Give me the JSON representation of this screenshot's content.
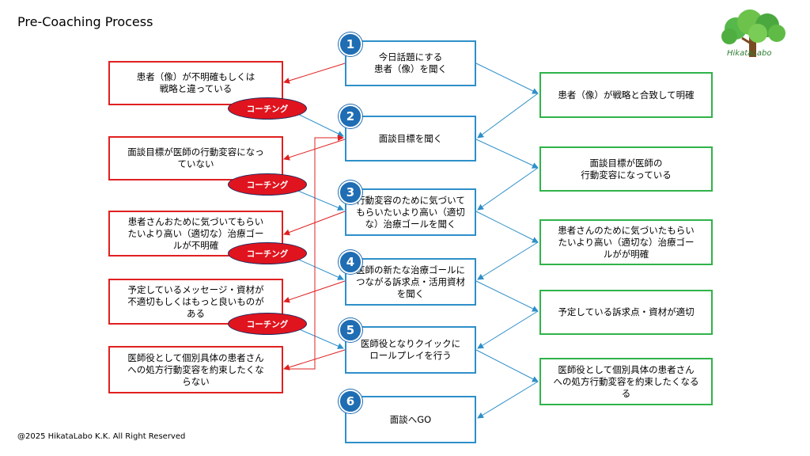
{
  "title": "Pre-Coaching Process",
  "logo_text": "HikataLabo",
  "copyright": "@2025 HikataLabo K.K. All Right Reserved",
  "colors": {
    "blue": "#2e8fc9",
    "red": "#e02020",
    "green": "#2fb34a",
    "badge": "#1f6db3",
    "coaching": "#e0141e"
  },
  "steps": [
    {
      "num": "1",
      "text": "今日話題にする\n患者（像）を聞く"
    },
    {
      "num": "2",
      "text": "面談目標を聞く"
    },
    {
      "num": "3",
      "text": "行動変容のために気づいて\nもらいたいより高い（適切\nな）治療ゴールを聞く"
    },
    {
      "num": "4",
      "text": "医師の新たな治療ゴールに\nつながる訴求点・活用資材\nを聞く"
    },
    {
      "num": "5",
      "text": "医師役となりクイックに\nロールプレイを行う"
    },
    {
      "num": "6",
      "text": "面談へGO"
    }
  ],
  "left_boxes": [
    "患者（像）が不明確もしくは\n戦略と違っている",
    "面談目標が医師の行動変容になっ\nていない",
    "患者さんおために気づいてもらい\nたいより高い（適切な）治療ゴー\nルが不明確",
    "予定しているメッセージ・資材が\n不適切もしくはもっと良いものが\nある",
    "医師役として個別具体の患者さん\nへの処方行動変容を約束したくな\nらない"
  ],
  "right_boxes": [
    "患者（像）が戦略と合致して明確",
    "面談目標が医師の\n行動変容になっている",
    "患者さんのために気づいたもらい\nたいより高い（適切な）治療ゴー\nルがが明確",
    "予定している訴求点・資材が適切",
    "医師役として個別具体の患者さん\nへの処方行動変容を約束したくなる\nる"
  ],
  "coaching_label": "コーチング"
}
